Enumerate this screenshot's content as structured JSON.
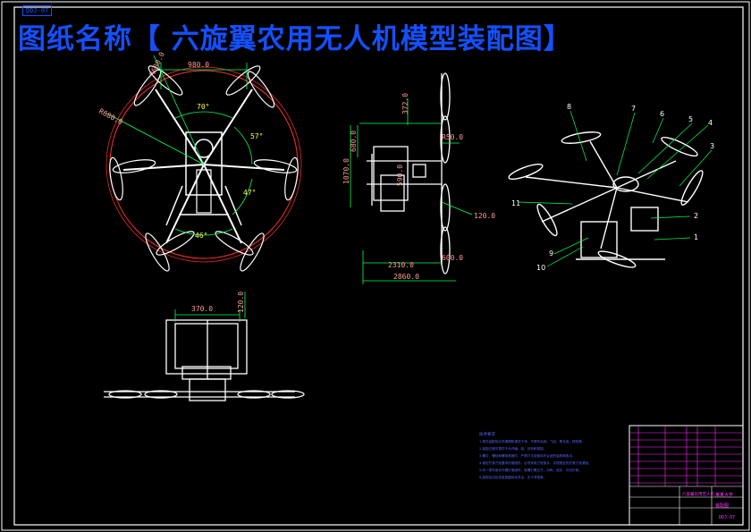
{
  "title": "图纸名称【 六旋翼农用无人机模型装配图】",
  "drawing_code": "DDJ-07",
  "top_view": {
    "dim_width": "980.0",
    "dim_radius_top": "R680.0",
    "dim_radius_left": "R680.0",
    "angle_top": "70°",
    "angle_right": "57°",
    "angle_lower_right": "47°",
    "angle_bottom": "46°"
  },
  "side_view": {
    "dim_top": "372.0",
    "dim_left_1": "680.0",
    "dim_left_2": "1070.0",
    "dim_right": "R50.0",
    "dim_inner": "590.0",
    "dim_diag": "120.0",
    "dim_small": "600.0",
    "dim_bottom_1": "2310.0",
    "dim_bottom_2": "2860.0"
  },
  "front_view": {
    "dim_width": "370.0",
    "dim_height": "120.0"
  },
  "iso_view": {
    "balloons": [
      "1",
      "2",
      "3",
      "4",
      "5",
      "6",
      "7",
      "8",
      "9",
      "10",
      "11"
    ]
  },
  "notes": {
    "heading": "技术要求",
    "lines": [
      "1.零件装配前必须清理和清洗干净，不得有毛刺、飞边、氧化皮、锈蚀等。",
      "2.装配过程中零件不允许磕、碰、划伤和锈蚀。",
      "3.螺钉、螺栓和螺母紧固时，严禁打击或使用不合适的旋具和扳手。",
      "4.规定拧紧力矩要求的紧固件，必须采用力矩扳手，并按规定的拧紧力矩紧固。",
      "5.同一零件用多件螺钉紧固时，各螺钉需交叉、对称、逐步、均匀拧紧。",
      "6.装配后应检查各旋翼转动灵活，无卡滞现象。"
    ]
  },
  "title_block": {
    "part_name": "六旋翼农用无人机",
    "drawing_type": "装配图",
    "school": "某某大学",
    "code": "DDJ-07"
  },
  "colors": {
    "background": "#000000",
    "title": "#1450ff",
    "frame": "#ffffff",
    "dimension": "#00ff55",
    "dim_text": "#ff9a9a",
    "circle": "#ff3030",
    "table": "#ff33ff",
    "notes": "#5566ff"
  }
}
